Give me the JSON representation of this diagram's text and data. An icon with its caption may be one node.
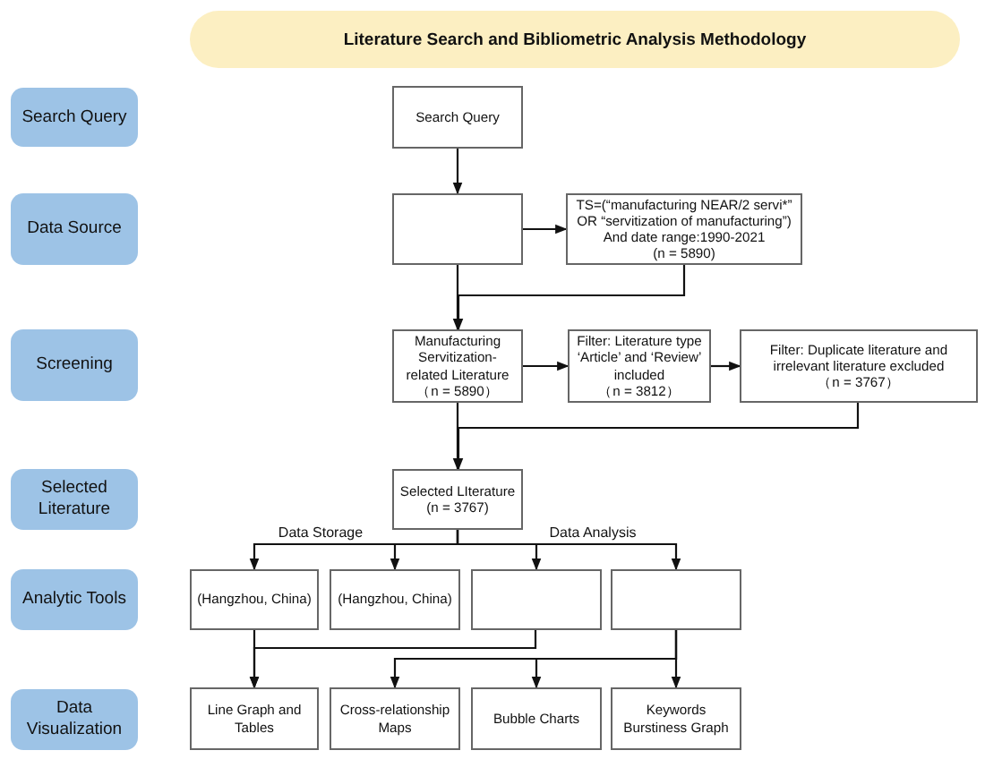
{
  "diagram": {
    "title": "Literature Search and Bibliometric Analysis Methodology",
    "nodes": [
      {
        "text": [
          "Search Query"
        ]
      },
      {
        "text": [
          "Data Source"
        ]
      },
      {
        "text": [
          "Screening"
        ]
      },
      {
        "text": [
          "Selected Literature"
        ]
      },
      {
        "text": [
          "Analytic Tools"
        ]
      },
      {
        "text": [
          "Data Visualization"
        ]
      },
      {
        "text": [
          "Search Query"
        ]
      },
      {
        "text": [],
        "shape": "box"
      },
      {
        "text": [
          "TS=(“manufacturing NEAR/2 servi*” OR “servitization of manufacturing”) And date range:1990-2021",
          "(n = 5890)"
        ]
      },
      {
        "text": [
          "Manufacturing Servitization-related Literature",
          "（n = 5890）"
        ]
      },
      {
        "text": [
          "Filter: Literature type ‘Article’ and ‘Review’ included",
          "（n = 3812）"
        ]
      },
      {
        "text": [
          "Filter: Duplicate literature and irrelevant literature excluded",
          "（n = 3767）"
        ]
      },
      {
        "text": [
          "Selected LIterature",
          "(n = 3767)"
        ]
      },
      {
        "text": [
          "(Hangzhou, China)"
        ]
      },
      {
        "text": [
          "(Hangzhou, China)"
        ]
      },
      {
        "text": [],
        "shape": "box"
      },
      {
        "text": [],
        "shape": "box"
      },
      {
        "text": [
          "Line Graph and Tables"
        ]
      },
      {
        "text": [
          "Cross-relationship Maps"
        ]
      },
      {
        "text": [
          "Bubble Charts"
        ]
      },
      {
        "text": [
          "Keywords Burstiness Graph"
        ]
      }
    ],
    "edges": [
      {
        "from": 6,
        "to": 7,
        "arrow": "to"
      },
      {
        "from": 7,
        "to": 8,
        "arrow": "to"
      },
      {
        "from": 7,
        "to": 9,
        "arrow": "to"
      },
      {
        "from": 8,
        "to": 9,
        "arrow": "to"
      },
      {
        "from": 9,
        "to": 10,
        "arrow": "to"
      },
      {
        "from": 10,
        "to": 11,
        "arrow": "to"
      },
      {
        "from": 9,
        "to": 12,
        "arrow": "to"
      },
      {
        "from": 11,
        "to": 12,
        "arrow": "to"
      },
      {
        "from": 12,
        "to": 13,
        "arrow": "to"
      },
      {
        "from": 12,
        "to": 14,
        "arrow": "to"
      },
      {
        "from": 12,
        "to": 15,
        "arrow": "to"
      },
      {
        "from": 12,
        "to": 16,
        "arrow": "to"
      },
      {
        "from": 13,
        "to": 17,
        "arrow": "to"
      },
      {
        "from": 15,
        "to": 17,
        "arrow": "to"
      },
      {
        "from": 16,
        "to": 18,
        "arrow": "to"
      },
      {
        "from": 16,
        "to": 19,
        "arrow": "to"
      },
      {
        "from": 16,
        "to": 20,
        "arrow": "to"
      }
    ],
    "labels": [
      "Data Storage",
      "Data Analysis"
    ]
  }
}
